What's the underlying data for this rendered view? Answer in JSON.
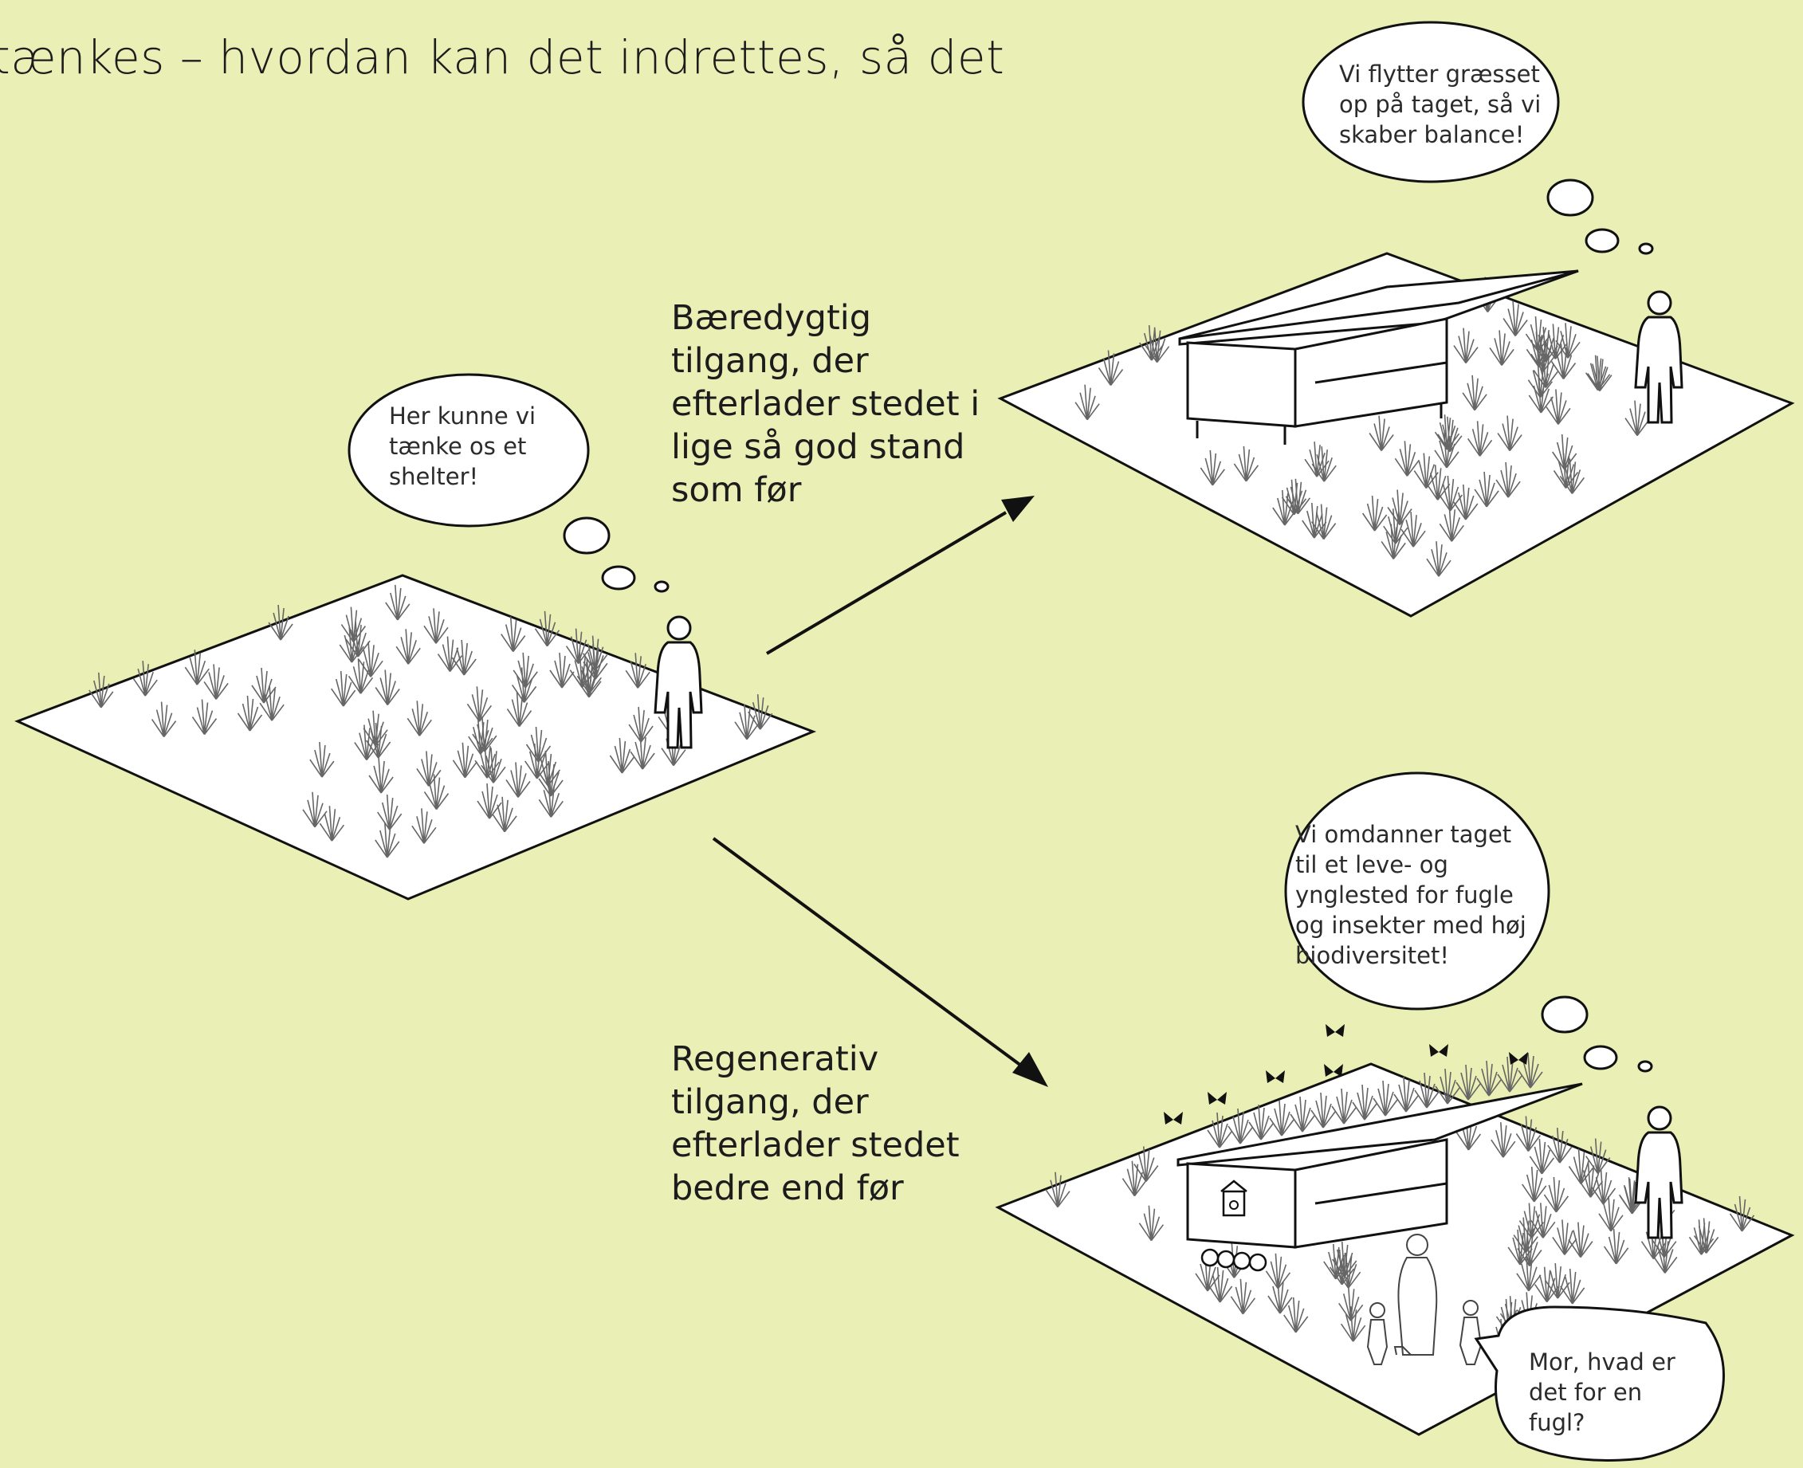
{
  "heading": "tænkes – hvordan kan det indrettes, så det",
  "captions": {
    "sustainable": "Bæredygtig\ntilgang, der\nefterlader stedet i\nlige så god stand\nsom før",
    "regenerative": "Regenerativ\ntilgang, der\nefterlader stedet\nbedre end før"
  },
  "bubbles": {
    "start": "Her kunne vi\ntænke os et\nshelter!",
    "sustainable": "Vi flytter græsset\nop på taget, så vi\nskaber balance!",
    "regenerative": "Vi omdanner taget\ntil et leve- og\nynglested for fugle\nog insekter med høj\nbiodiversitet!",
    "child": "Mor, hvad er\ndet for en\nfugl?"
  },
  "colors": {
    "background": "#e9efb5",
    "line": "#111111",
    "grass": "#6b6b6b",
    "plane": "#ffffff"
  },
  "icons": [
    "person-icon",
    "grass-icon",
    "shelter-icon",
    "butterfly-icon",
    "birdhouse-icon",
    "family-icon"
  ]
}
